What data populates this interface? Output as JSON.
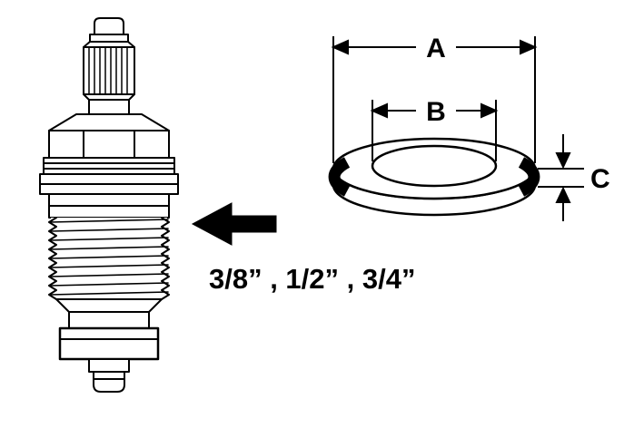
{
  "diagram": {
    "labels": {
      "dim_a": "A",
      "dim_b": "B",
      "dim_c": "C"
    },
    "sizes_text": "3/8” , 1/2” , 3/4”",
    "colors": {
      "line": "#000000",
      "background": "#ffffff"
    }
  }
}
